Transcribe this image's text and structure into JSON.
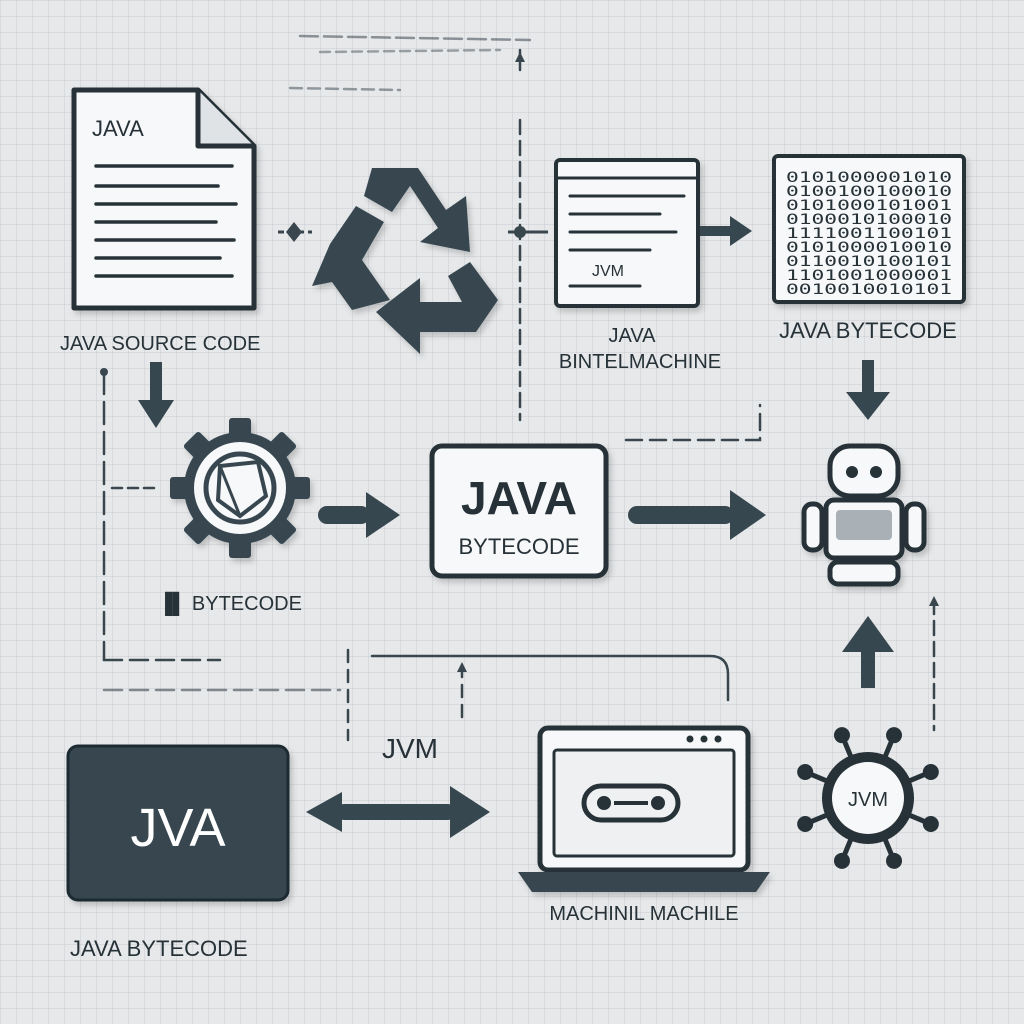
{
  "source_file": {
    "tag": "JAVA",
    "caption": "JAVA SOURCE CODE"
  },
  "compiler": {
    "caption": "▐▌ BYTECODE"
  },
  "recycle_icon": "recycle-icon",
  "gear_icon": "gear-icon",
  "jvm_document": {
    "line_text": "JVM",
    "caption_line1": "JAVA",
    "caption_line2": "BINTELMACHINE"
  },
  "bytecode_grid": {
    "rows": [
      "0101000001010",
      "0100100100010",
      "0101000101001",
      "0100010100010",
      "1111001100101",
      "0101000010010",
      "0110010100101",
      "1101001000001",
      "0010010010101"
    ],
    "caption": "JAVA BYTECODE"
  },
  "center_box": {
    "title": "JAVA",
    "subtitle": "BYTECODE"
  },
  "robot_icon": "robot-icon",
  "bottom_tile": {
    "text": "JVA",
    "caption": "JAVA BYTECODE"
  },
  "jvm_floating_label": "JVM",
  "machine": {
    "caption": "MACHINIL MACHILE"
  },
  "hub": {
    "text": "JVM"
  },
  "colors": {
    "ink": "#263238",
    "tile": "#37474f",
    "paper": "#f7f8f9",
    "background": "#e6e8ea"
  }
}
